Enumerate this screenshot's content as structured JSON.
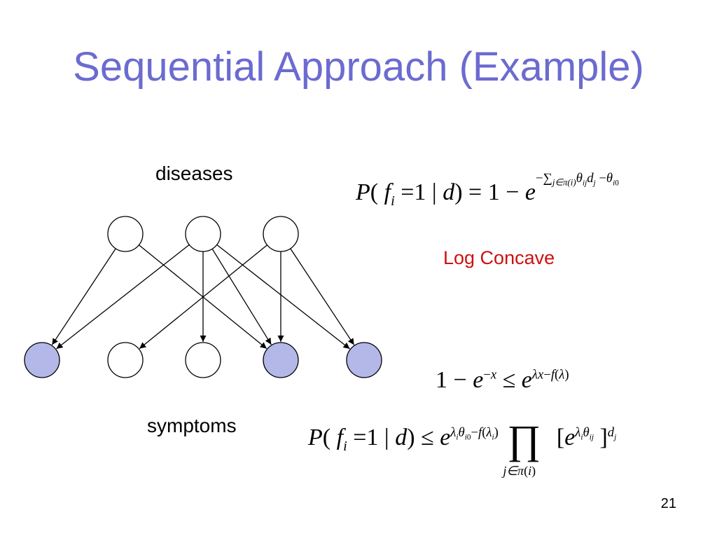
{
  "slide": {
    "title": "Sequential Approach (Example)",
    "diseases_label": "diseases",
    "symptoms_label": "symptoms",
    "log_concave_label": "Log Concave",
    "page_number": "21"
  },
  "graph": {
    "diseases": 3,
    "symptoms": [
      {
        "observed": true
      },
      {
        "observed": false
      },
      {
        "observed": false
      },
      {
        "observed": true
      },
      {
        "observed": true
      }
    ],
    "edges": [
      [
        0,
        0
      ],
      [
        0,
        3
      ],
      [
        1,
        0
      ],
      [
        1,
        2
      ],
      [
        1,
        3
      ],
      [
        1,
        4
      ],
      [
        2,
        1
      ],
      [
        2,
        3
      ],
      [
        2,
        4
      ]
    ],
    "colors": {
      "observed": "#b3b8e8",
      "unobserved": "#ffffff",
      "stroke": "#000000"
    }
  }
}
